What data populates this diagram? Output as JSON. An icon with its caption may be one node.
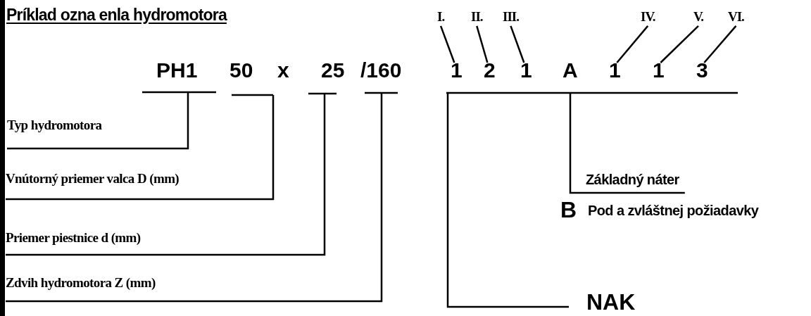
{
  "diagram": {
    "title": "Príklad ozna enla hydromotora",
    "nodes": [
      {
        "text": [
          "I."
        ]
      },
      {
        "text": [
          "II."
        ]
      },
      {
        "text": [
          "III."
        ]
      },
      {
        "text": [
          "IV."
        ]
      },
      {
        "text": [
          "V."
        ]
      },
      {
        "text": [
          "VI."
        ]
      },
      {
        "text": [
          "PH1"
        ]
      },
      {
        "text": [
          "50"
        ]
      },
      {
        "text": [
          "25"
        ]
      },
      {
        "text": [
          "/160"
        ]
      },
      {
        "text": [
          "1"
        ]
      },
      {
        "text": [
          "2"
        ]
      },
      {
        "text": [
          "1"
        ]
      },
      {
        "text": [
          "A"
        ]
      },
      {
        "text": [
          "1"
        ]
      },
      {
        "text": [
          "1"
        ]
      },
      {
        "text": [
          "3"
        ]
      },
      {
        "text": [
          "Typ hydromotora"
        ]
      },
      {
        "text": [
          "Základný náter"
        ]
      },
      {
        "text": [
          "Vnútorný priemer valca D (mm)"
        ]
      },
      {
        "text": [
          "Priemer piestnice d (mm)"
        ]
      },
      {
        "text": [
          "Zdvih hydromotora Z (mm)"
        ]
      },
      {
        "text": [
          "NAK"
        ]
      }
    ],
    "edges": [
      {
        "from": 0,
        "to": 10,
        "arrow": "none"
      },
      {
        "from": 1,
        "to": 11,
        "arrow": "none"
      },
      {
        "from": 2,
        "to": 12,
        "arrow": "none"
      },
      {
        "from": 3,
        "to": 14,
        "arrow": "none"
      },
      {
        "from": 4,
        "to": 15,
        "arrow": "none"
      },
      {
        "from": 5,
        "to": 16,
        "arrow": "none"
      },
      {
        "from": 6,
        "to": 17,
        "arrow": "none"
      },
      {
        "from": 7,
        "to": 19,
        "arrow": "none"
      },
      {
        "from": 8,
        "to": 20,
        "arrow": "none"
      },
      {
        "from": 9,
        "to": 21,
        "arrow": "none"
      },
      {
        "from": 10,
        "to": 22,
        "arrow": "none"
      },
      {
        "from": 13,
        "to": 18,
        "arrow": "none"
      }
    ],
    "labels": [
      "x",
      "B",
      "Pod a zvláštnej požiadavky"
    ]
  }
}
